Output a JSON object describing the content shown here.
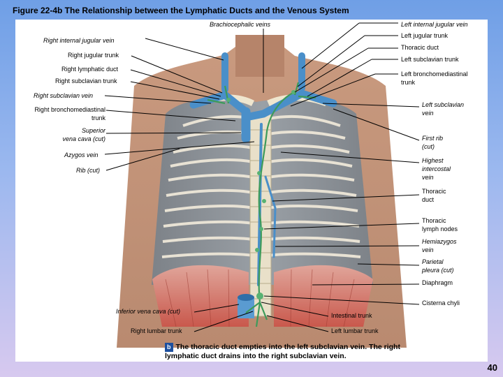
{
  "title": "Figure 22-4b  The Relationship between the Lymphatic Ducts and the Venous System",
  "labels": {
    "brachiocephalic": "Brachiocephalic veins",
    "right_ij": "Right internal jugular vein",
    "right_jugular_trunk": "Right jugular trunk",
    "right_lymphatic_duct": "Right lymphatic duct",
    "right_subclavian_trunk": "Right subclavian trunk",
    "right_subclavian_vein": "Right subclavian vein",
    "right_broncho_1": "Right bronchomediastinal",
    "right_broncho_2": "trunk",
    "svc_1": "Superior",
    "svc_2": "vena cava (cut)",
    "azygos": "Azygos vein",
    "rib_cut": "Rib (cut)",
    "left_ij": "Left internal jugular vein",
    "left_jugular_trunk": "Left jugular trunk",
    "thoracic_duct_top": "Thoracic duct",
    "left_subclavian_trunk": "Left subclavian trunk",
    "left_broncho_1": "Left bronchomediastinal",
    "left_broncho_2": "trunk",
    "left_subclavian_vein_1": "Left subclavian",
    "left_subclavian_vein_2": "vein",
    "first_rib_1": "First rib",
    "first_rib_2": "(cut)",
    "highest_ic_1": "Highest",
    "highest_ic_2": "intercostal",
    "highest_ic_3": "vein",
    "thoracic_duct_1": "Thoracic",
    "thoracic_duct_2": "duct",
    "thoracic_ln_1": "Thoracic",
    "thoracic_ln_2": "lymph nodes",
    "hemiazygos_1": "Hemiazygos",
    "hemiazygos_2": "vein",
    "parietal_1": "Parietal",
    "parietal_2": "pleura (cut)",
    "diaphragm": "Diaphragm",
    "cisterna": "Cisterna chyli",
    "ivc": "Inferior vena cava (cut)",
    "intestinal": "Intestinal trunk",
    "right_lumbar": "Right lumbar trunk",
    "left_lumbar": "Left lumbar trunk"
  },
  "caption": {
    "badge": "b",
    "text": "The thoracic duct empties into the left subclavian vein. The right lymphatic duct drains into the right subclavian vein."
  },
  "page_number": "40"
}
